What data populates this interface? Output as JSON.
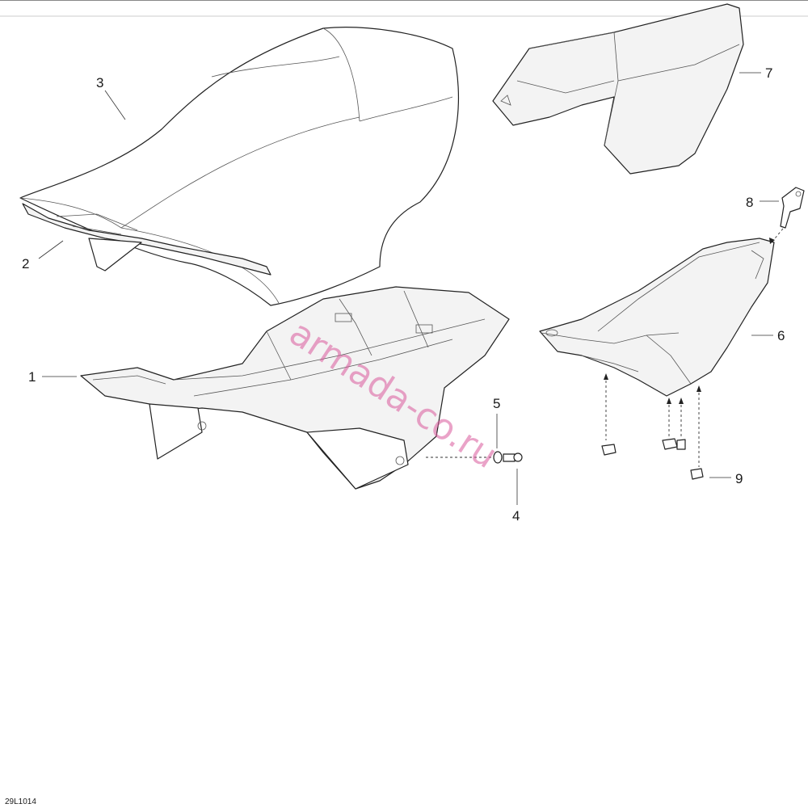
{
  "diagram": {
    "drawing_code": "29L1014",
    "watermark": "armada-co.ru",
    "callouts": [
      {
        "id": "c1",
        "label": "1"
      },
      {
        "id": "c2",
        "label": "2"
      },
      {
        "id": "c3",
        "label": "3"
      },
      {
        "id": "c4",
        "label": "4"
      },
      {
        "id": "c5",
        "label": "5"
      },
      {
        "id": "c6",
        "label": "6"
      },
      {
        "id": "c7",
        "label": "7"
      },
      {
        "id": "c8",
        "label": "8"
      },
      {
        "id": "c9",
        "label": "9"
      }
    ]
  }
}
